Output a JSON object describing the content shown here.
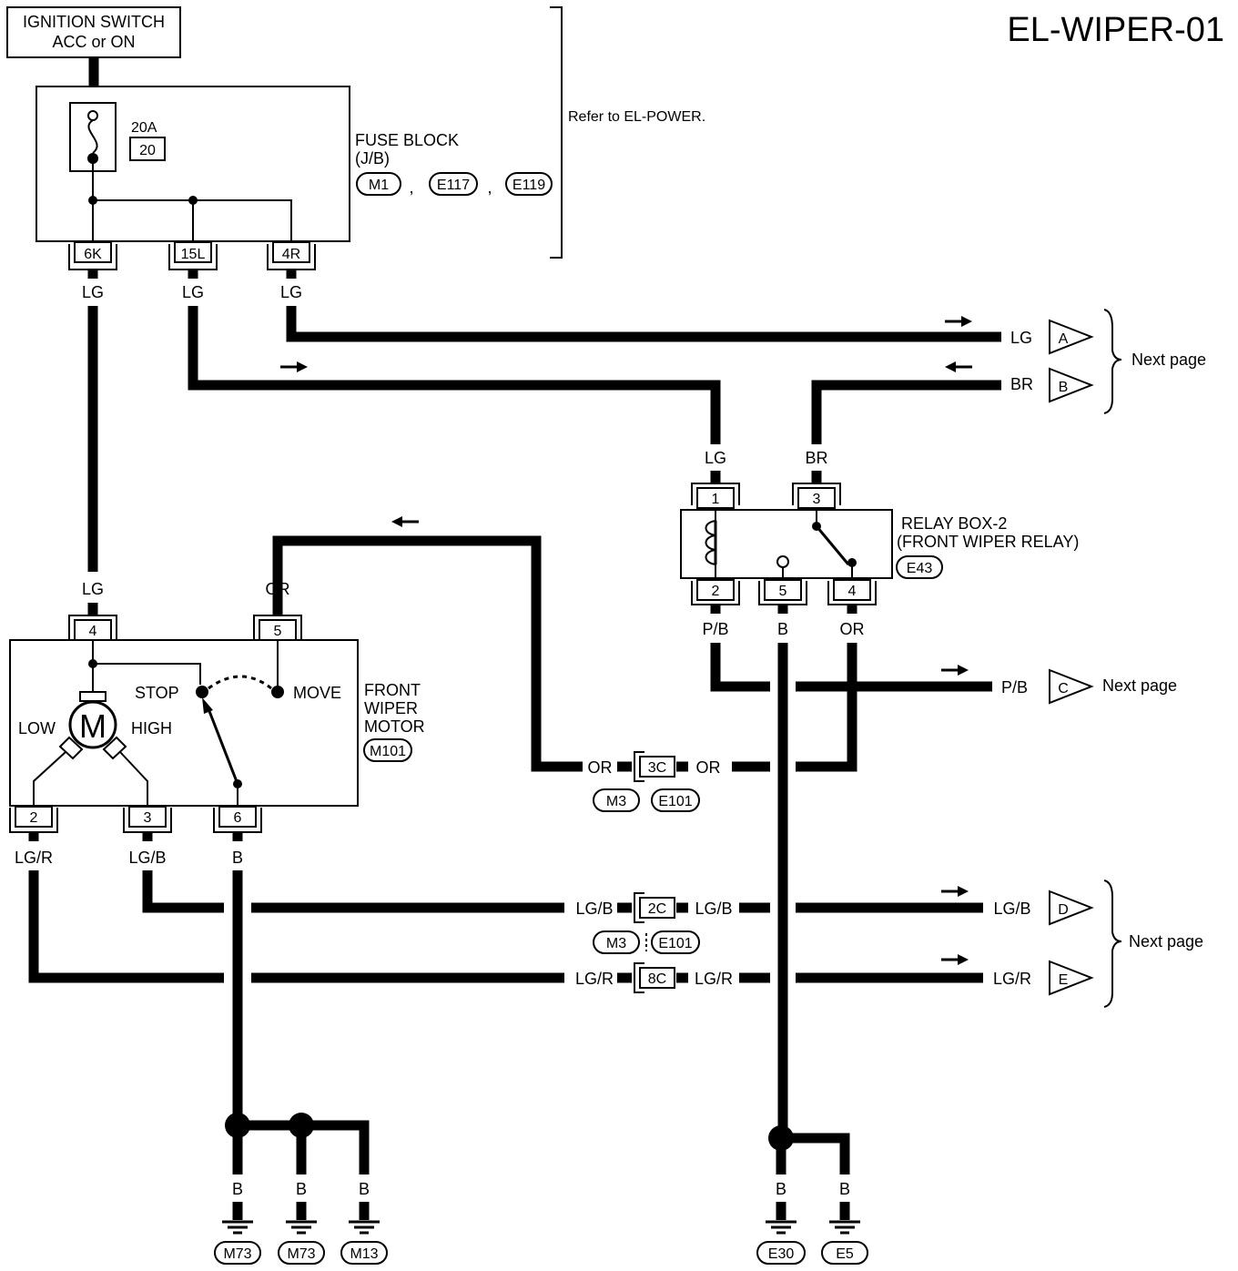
{
  "title": "EL-WIPER-01",
  "ignition": {
    "line1": "IGNITION SWITCH",
    "line2": "ACC or ON"
  },
  "refer_note": "Refer to EL-POWER.",
  "fuse_block": {
    "fuse_rating": "20A",
    "fuse_number": "20",
    "name_line1": "FUSE BLOCK",
    "name_line2": "(J/B)",
    "connectors": [
      "M1",
      "E117",
      "E119"
    ],
    "separator": ",",
    "terminals": [
      "6K",
      "15L",
      "4R"
    ]
  },
  "relay": {
    "name_line1": "RELAY BOX-2",
    "name_line2": "(FRONT WIPER RELAY)",
    "connector": "E43",
    "terminals": [
      "1",
      "3",
      "2",
      "5",
      "4"
    ]
  },
  "motor": {
    "name_line1": "FRONT",
    "name_line2": "WIPER",
    "name_line3": "MOTOR",
    "connector": "M101",
    "symbol": "M",
    "low": "LOW",
    "high": "HIGH",
    "stop": "STOP",
    "move": "MOVE",
    "terminals": [
      "4",
      "5",
      "2",
      "3",
      "6"
    ]
  },
  "wire_colors": {
    "lg": "LG",
    "br": "BR",
    "or": "OR",
    "pb": "P/B",
    "b": "B",
    "lgr": "LG/R",
    "lgb": "LG/B"
  },
  "joint_connectors": {
    "c3": "3C",
    "c2": "2C",
    "c8": "8C",
    "m3": "M3",
    "e101": "E101"
  },
  "off_page": [
    "A",
    "B",
    "C",
    "D",
    "E"
  ],
  "next_page": "Next page",
  "grounds": [
    "M73",
    "M73",
    "M13",
    "E30",
    "E5"
  ]
}
